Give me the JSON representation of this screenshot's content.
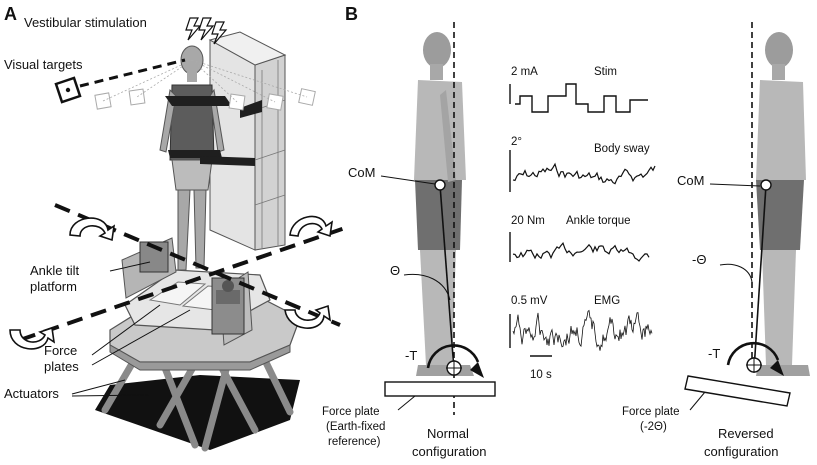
{
  "panel_a": {
    "letter": "A",
    "labels": {
      "vestibular": "Vestibular stimulation",
      "visual_targets": "Visual targets",
      "ankle_tilt_1": "Ankle tilt",
      "ankle_tilt_2": "platform",
      "force_plates_1": "Force",
      "force_plates_2": "plates",
      "actuators": "Actuators"
    }
  },
  "panel_b": {
    "letter": "B",
    "left": {
      "com": "CoM",
      "theta": "Θ",
      "torque": "-T",
      "force_plate_1": "Force plate",
      "force_plate_2": "(Earth-fixed",
      "force_plate_3": "reference)",
      "config_1": "Normal",
      "config_2": "configuration"
    },
    "right": {
      "com": "CoM",
      "theta": "-Θ",
      "torque": "-T",
      "force_plate_1": "Force plate",
      "force_plate_2": "(-2Θ)",
      "config_1": "Reversed",
      "config_2": "configuration"
    },
    "traces": {
      "stim_scale": "2 mA",
      "stim_name": "Stim",
      "sway_scale": "2°",
      "sway_name": "Body sway",
      "torque_scale": "20 Nm",
      "torque_name": "Ankle torque",
      "emg_scale": "0.5 mV",
      "emg_name": "EMG",
      "time_scale": "10 s"
    }
  },
  "colors": {
    "figure_body": "#b8b8b8",
    "shorts": "#6f6f6f",
    "frame": "#d9d9d9",
    "dark": "#1a1a1a"
  }
}
